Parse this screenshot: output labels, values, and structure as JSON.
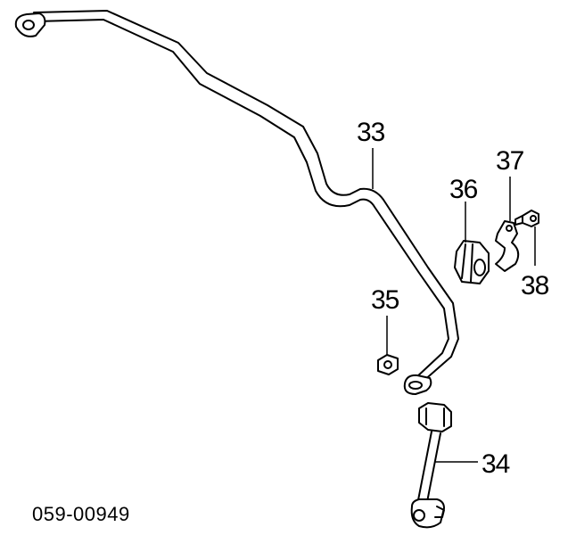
{
  "callouts": {
    "c33": "33",
    "c34": "34",
    "c35": "35",
    "c36": "36",
    "c37": "37",
    "c38": "38"
  },
  "diagram_code": "059-00949"
}
